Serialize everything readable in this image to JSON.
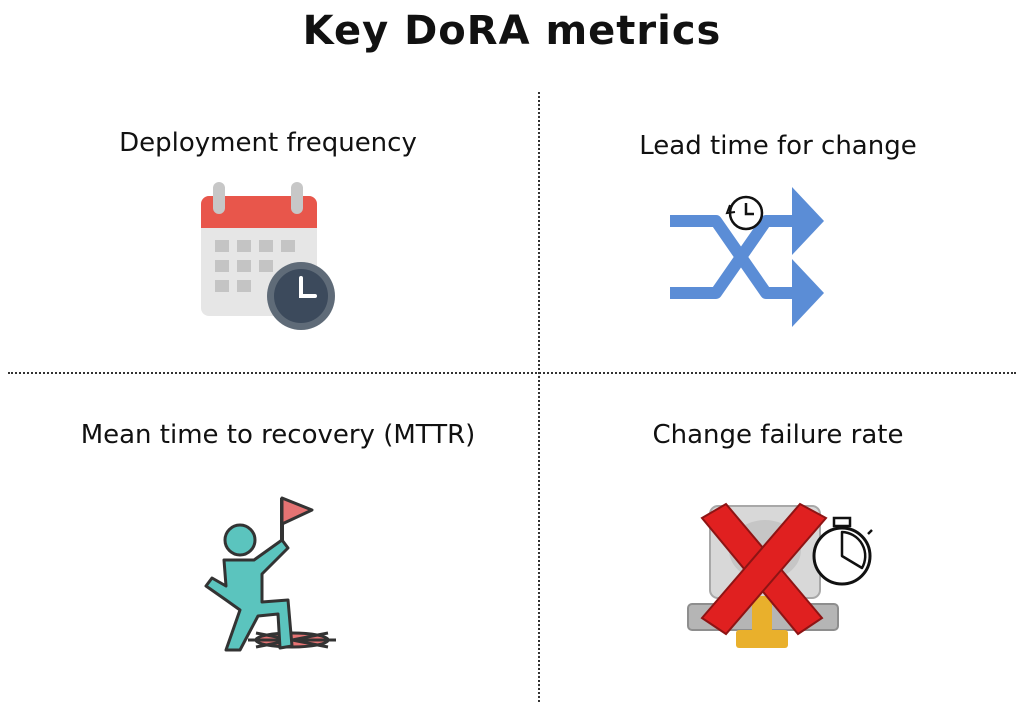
{
  "title": "Key DoRA metrics",
  "metrics": [
    {
      "label": "Deployment frequency",
      "icon": "calendar-clock-icon"
    },
    {
      "label": "Lead time for change",
      "icon": "shuffle-arrows-clock-icon"
    },
    {
      "label": "Mean time to recovery (MTTR)",
      "icon": "person-flag-icon"
    },
    {
      "label": "Change failure rate",
      "icon": "failed-server-stopwatch-icon"
    }
  ],
  "colors": {
    "calendar_red": "#E8564B",
    "calendar_body": "#E6E6E6",
    "clock_face": "#3C4A5C",
    "arrow_blue": "#5B8DD6",
    "person_teal": "#5BC4BE",
    "flag_red": "#E57373",
    "x_red": "#E02020"
  }
}
